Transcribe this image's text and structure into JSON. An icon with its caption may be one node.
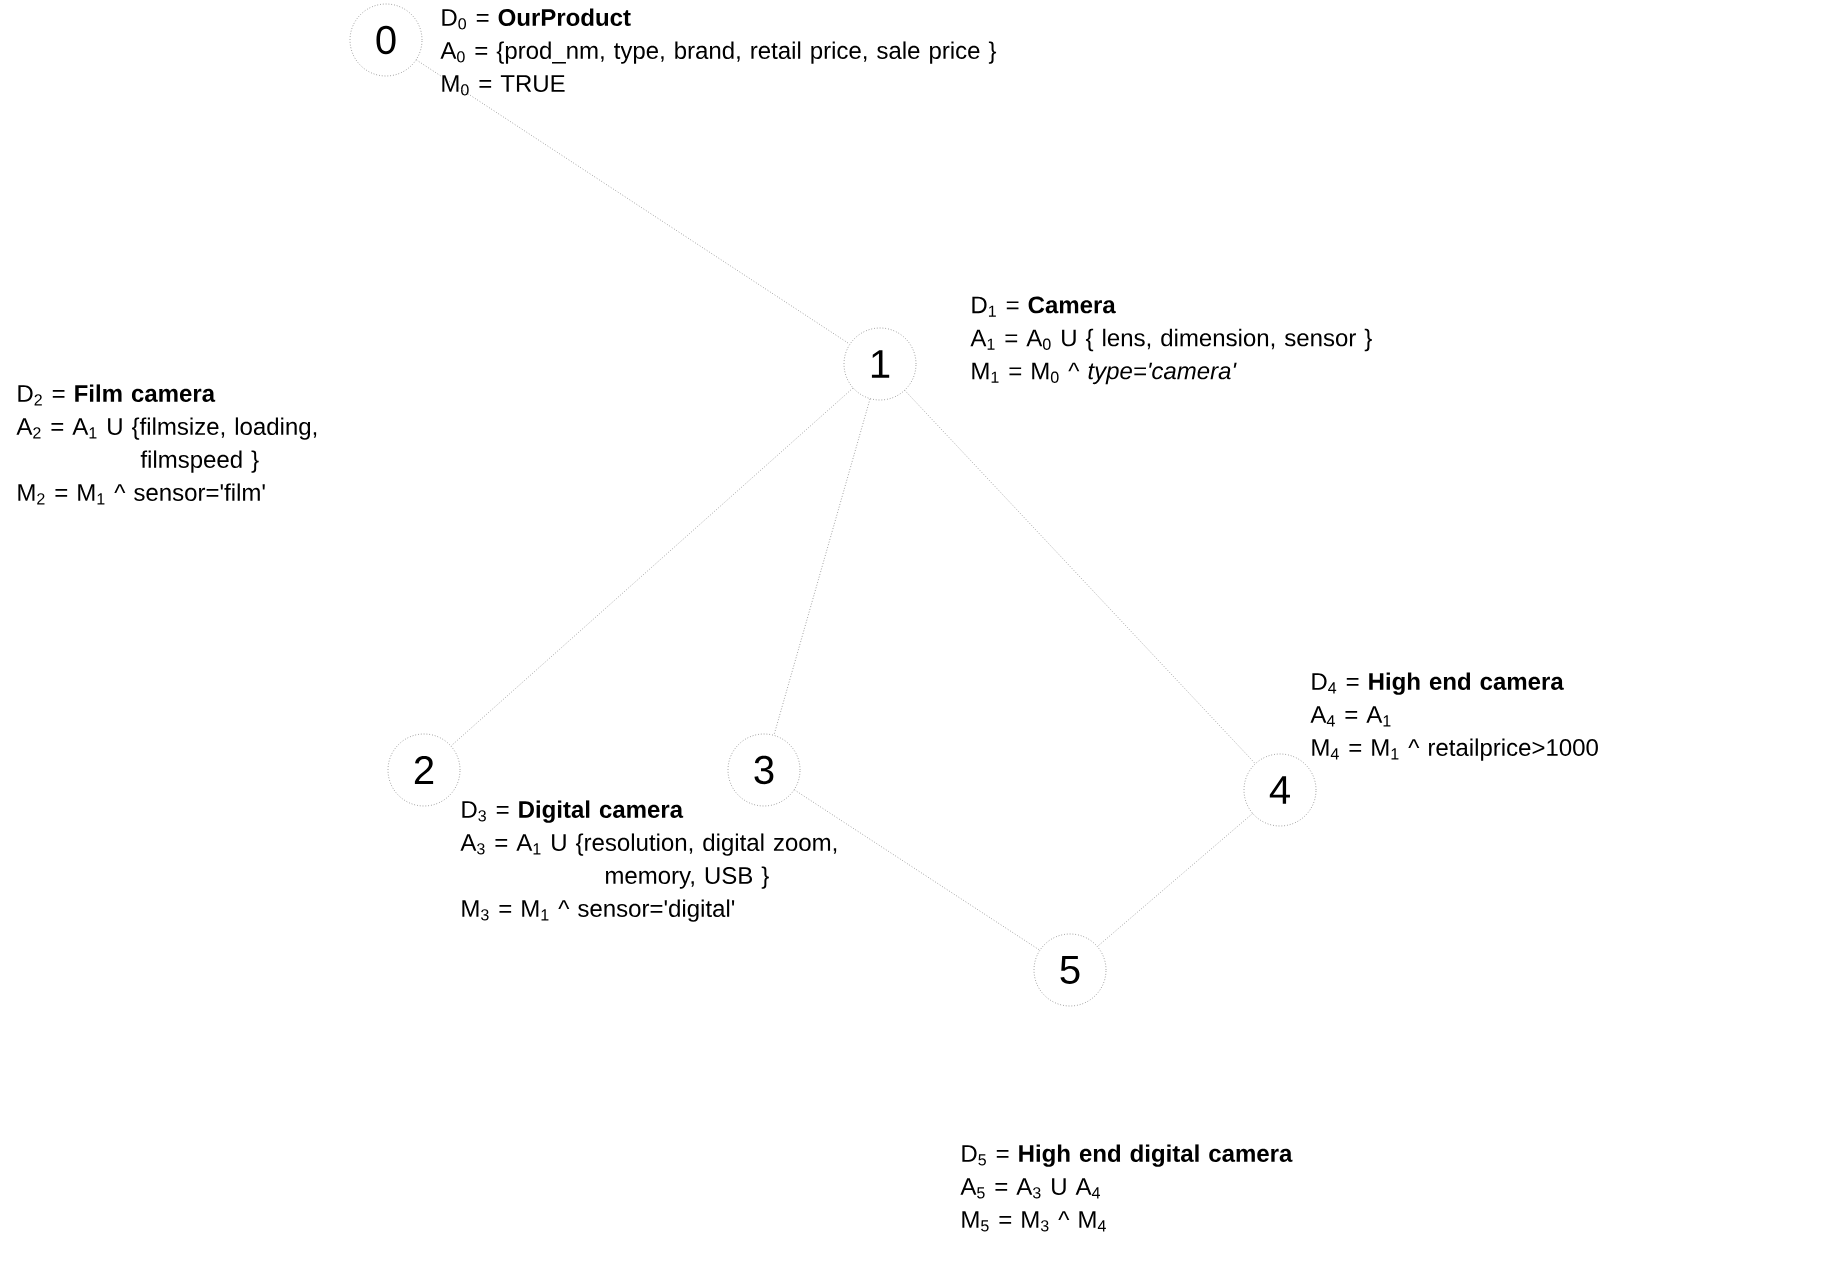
{
  "diagram": {
    "nodes": [
      {
        "text": [
          "0"
        ],
        "beside": [
          "D$_{0}$ = **OurProduct**",
          "A$_{0}$ = {prod_nm, type, brand, retail price, sale price }",
          "M$_{0}$ = TRUE"
        ]
      },
      {
        "text": [
          "1"
        ],
        "beside": [
          "D$_{1}$ = **Camera**",
          "A$_{1}$ = A$_{0}$ U { lens, dimension, sensor }",
          "M$_{1}$ = M$_{0}$ ^ *type='camera'*"
        ]
      },
      {
        "text": [
          "2"
        ],
        "beside": [
          "D$_{2}$ = **Film camera**",
          "A$_{2}$ = A$_{1}$ U {filmsize, loading, filmspeed }",
          "M$_{2}$ = M$_{1}$ ^ sensor='film'"
        ]
      },
      {
        "text": [
          "3"
        ],
        "beside": [
          "D$_{3}$ = **Digital camera**",
          "A$_{3}$ = A$_{1}$ U {resolution, digital zoom, memory, USB }",
          "M$_{3}$ = M$_{1}$ ^ sensor='digital'"
        ]
      },
      {
        "text": [
          "4"
        ],
        "beside": [
          "D$_{4}$ = **High end camera**",
          "A$_{4}$ = A$_{1}$",
          "M$_{4}$ = M$_{1}$ ^ retailprice>1000"
        ]
      },
      {
        "text": [
          "5"
        ],
        "beside": [
          "D$_{5}$ = **High end digital camera**",
          "A$_{5}$ = A$_{3}$ U A$_{4}$",
          "M$_{5}$ = M$_{3}$ ^ M$_{4}$"
        ]
      }
    ],
    "edges": [
      {
        "from": 0,
        "to": 1,
        "arrow": "none"
      },
      {
        "from": 1,
        "to": 2,
        "arrow": "none"
      },
      {
        "from": 1,
        "to": 3,
        "arrow": "none"
      },
      {
        "from": 1,
        "to": 4,
        "arrow": "none"
      },
      {
        "from": 3,
        "to": 5,
        "arrow": "none"
      },
      {
        "from": 4,
        "to": 5,
        "arrow": "none"
      }
    ]
  }
}
